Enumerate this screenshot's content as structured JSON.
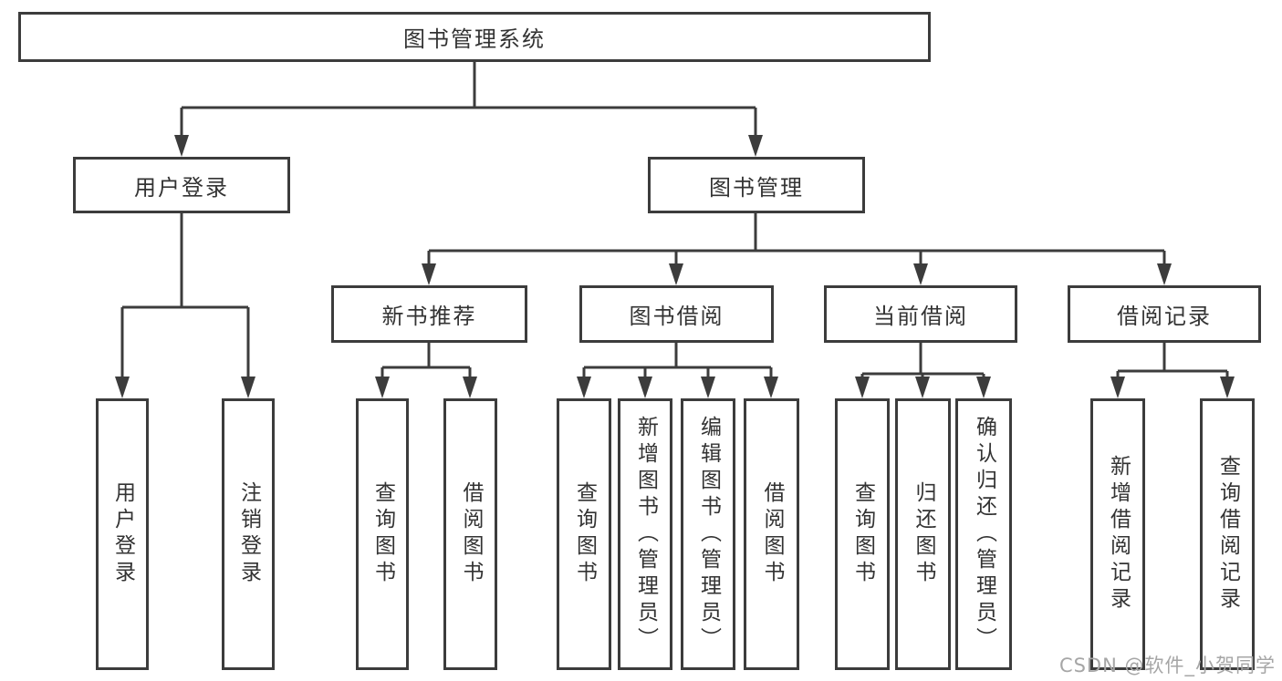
{
  "nodes": {
    "root": "图书管理系统",
    "l2": {
      "user_login": "用户登录",
      "book_management": "图书管理"
    },
    "l3": {
      "new_book_recommendation": "新书推荐",
      "book_borrowing": "图书借阅",
      "current_borrowing": "当前借阅",
      "borrowing_records": "借阅记录"
    },
    "leaves": {
      "user_login": "用户登录",
      "logout": "注销登录",
      "recommend_query_books": "查询图书",
      "recommend_borrow_books": "借阅图书",
      "borrowing_query_books": "查询图书",
      "borrowing_add_books": "新增图书（管理员）",
      "borrowing_edit_books": "编辑图书（管理员）",
      "borrowing_borrow_books": "借阅图书",
      "current_query_books": "查询图书",
      "current_return_books": "归还图书",
      "current_confirm_return": "确认归还（管理员）",
      "records_add_record": "新增借阅记录",
      "records_query_record": "查询借阅记录"
    }
  },
  "watermark": "CSDN @软件_小贺同学",
  "colors": {
    "line": "#3c3c3c",
    "text": "#333333",
    "watermark": "#a6a6a6",
    "background": "#ffffff"
  }
}
